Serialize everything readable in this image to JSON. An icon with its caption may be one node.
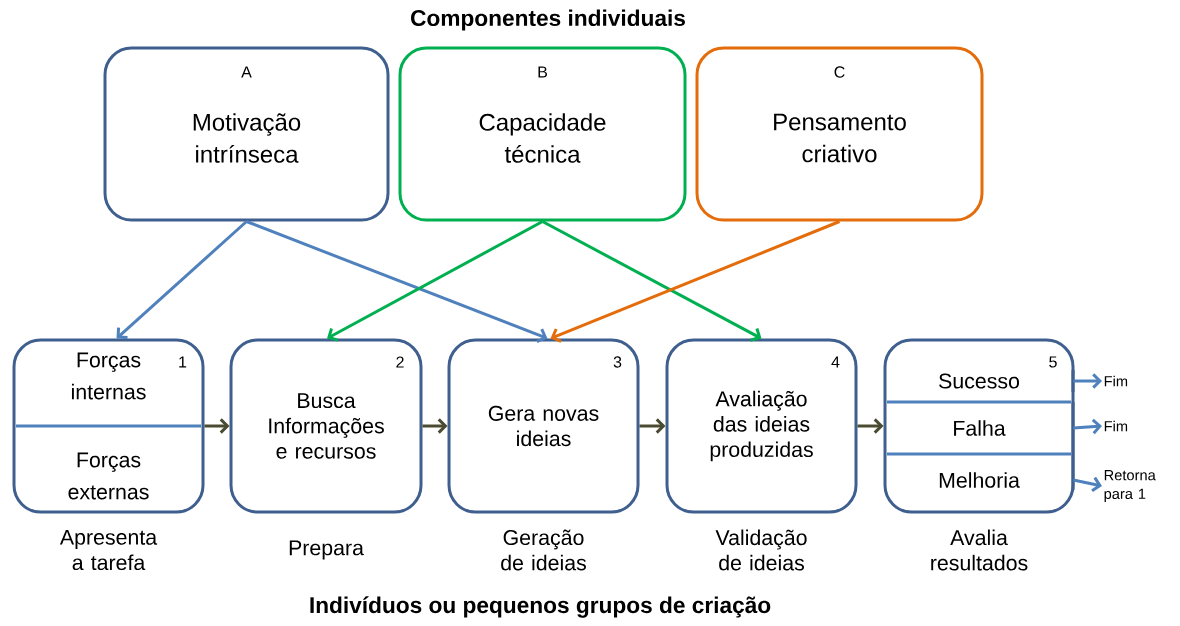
{
  "diagram": {
    "title": "Componentes individuais",
    "caption": "Indivíduos ou pequenos grupos de criação",
    "nodes": [
      {
        "text": [
          "A",
          "Motivação intrínseca"
        ]
      },
      {
        "text": [
          "B",
          "Capacidade técnica"
        ]
      },
      {
        "text": [
          "C",
          "Pensamento criativo"
        ]
      },
      {
        "text": [
          "Forças internas",
          "1",
          "Forças externas"
        ],
        "beside": [
          "Apresenta a tarefa"
        ]
      },
      {
        "text": [
          "2",
          "Busca Informações e recursos"
        ],
        "beside": [
          "Prepara"
        ]
      },
      {
        "text": [
          "3",
          "Gera novas ideias"
        ],
        "beside": [
          "Geração de ideias"
        ]
      },
      {
        "text": [
          "4",
          "Avaliação das ideias produzidas"
        ],
        "beside": [
          "Validação de ideias"
        ]
      },
      {
        "text": [
          "5"
        ],
        "beside": [
          "Avalia resultados"
        ]
      },
      {
        "text": [
          "Sucesso"
        ],
        "in": 7
      },
      {
        "text": [
          "Falha"
        ],
        "in": 7
      },
      {
        "text": [
          "Melhoria"
        ],
        "in": 7
      },
      {
        "text": [
          "Fim"
        ]
      },
      {
        "text": [
          "Fim"
        ]
      },
      {
        "text": [
          "Retorna para 1"
        ]
      }
    ],
    "edges": [
      {
        "from": 0,
        "to": 3,
        "arrow": "to"
      },
      {
        "from": 0,
        "to": 5,
        "arrow": "to"
      },
      {
        "from": 1,
        "to": 4,
        "arrow": "to",
        "color": "#00b050"
      },
      {
        "from": 1,
        "to": 6,
        "arrow": "to",
        "color": "#00b050"
      },
      {
        "from": 2,
        "to": 5,
        "arrow": "to",
        "color": "#e46c0a"
      },
      {
        "from": 3,
        "to": 4,
        "arrow": "to",
        "color": "#4b4b32"
      },
      {
        "from": 4,
        "to": 5,
        "arrow": "to",
        "color": "#4b4b32"
      },
      {
        "from": 5,
        "to": 6,
        "arrow": "to",
        "color": "#4b4b32"
      },
      {
        "from": 6,
        "to": 7,
        "arrow": "to",
        "color": "#4b4b32"
      },
      {
        "from": 8,
        "to": 11,
        "arrow": "to"
      },
      {
        "from": 9,
        "to": 12,
        "arrow": "to"
      },
      {
        "from": 10,
        "to": 13,
        "arrow": "to"
      }
    ]
  }
}
